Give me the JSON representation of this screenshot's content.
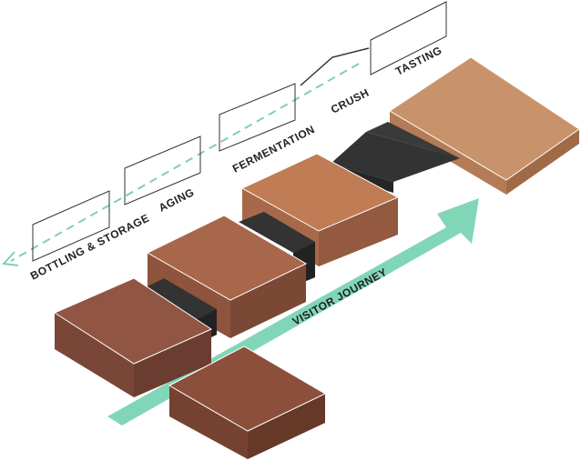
{
  "stages": {
    "bottling": "BOTTLING & STORAGE",
    "aging": "AGING",
    "fermentation": "FERMENTATION",
    "crush": "CRUSH",
    "tasting": "TASTING"
  },
  "journey_label": "VISITOR JOURNEY",
  "colors": {
    "dashed_arrow": "#7fcfb3",
    "journey_arrow": "#82d6b8",
    "tasting_top": "#c8936a",
    "fermentation_top": "#c07c54",
    "aging_top": "#a8664b",
    "bottling_top": "#915544",
    "bottom_top": "#8c4f3c",
    "bridge": "#333333"
  }
}
